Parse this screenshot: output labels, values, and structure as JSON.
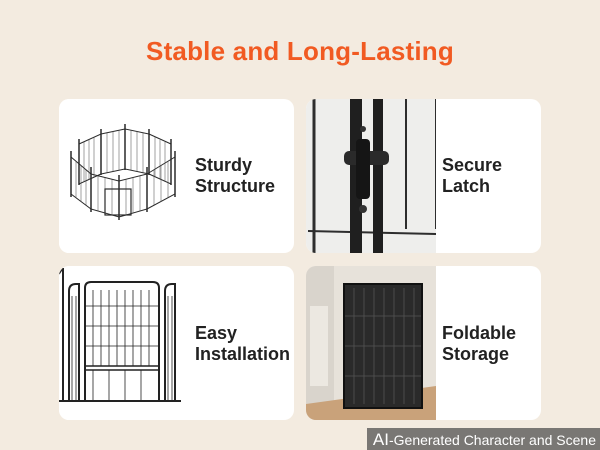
{
  "title": "Stable and Long-Lasting",
  "features": [
    {
      "line1": "Sturdy",
      "line2": "Structure",
      "image": "octagonal-playpen-image"
    },
    {
      "line1": "Secure",
      "line2": "Latch",
      "image": "latch-closeup-image"
    },
    {
      "line1": "Easy",
      "line2": "Installation",
      "image": "gate-panel-image"
    },
    {
      "line1": "Foldable",
      "line2": "Storage",
      "image": "folded-pen-image"
    }
  ],
  "watermark": {
    "prefix": "AI",
    "text": "-Generated Character and Scene"
  },
  "colors": {
    "title": "#f15a22",
    "background": "#f3ebe0",
    "card": "#ffffff"
  }
}
